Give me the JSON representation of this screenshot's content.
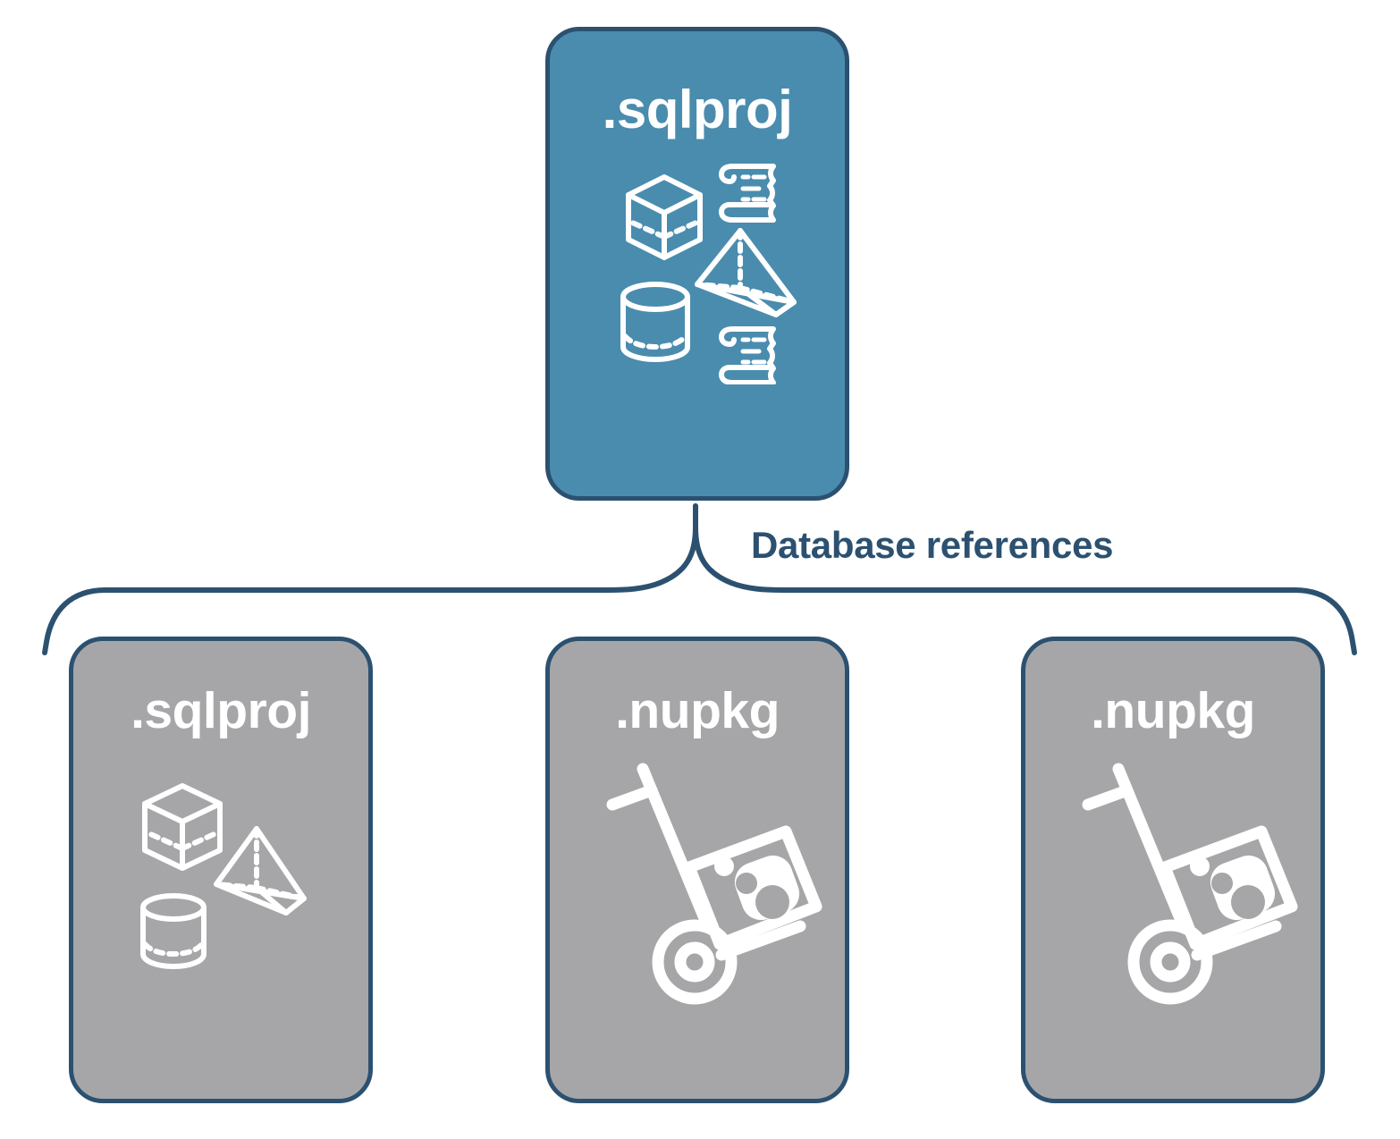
{
  "diagram": {
    "title_top": ".sqlproj",
    "relationship_label": "Database references",
    "colors": {
      "primary_blue": "#4a8cae",
      "border_navy": "#2c5170",
      "neutral_gray": "#a6a6a8",
      "icon_white": "#ffffff",
      "background": "#ffffff"
    }
  },
  "top_node": {
    "label": ".sqlproj",
    "kind": "sql-database-project",
    "icons": [
      "cube-icon",
      "scroll-icon",
      "pyramid-icon",
      "cylinder-icon",
      "scroll-icon"
    ]
  },
  "connector": {
    "label": "Database references",
    "style": "curly-brace",
    "color": "#2c5170"
  },
  "referenced_nodes": [
    {
      "label": ".sqlproj",
      "kind": "sql-database-project",
      "icons": [
        "cube-icon",
        "pyramid-icon",
        "cylinder-icon"
      ]
    },
    {
      "label": ".nupkg",
      "kind": "nuget-package",
      "icons": [
        "hand-truck-package-icon"
      ]
    },
    {
      "label": ".nupkg",
      "kind": "nuget-package",
      "icons": [
        "hand-truck-package-icon"
      ]
    }
  ]
}
